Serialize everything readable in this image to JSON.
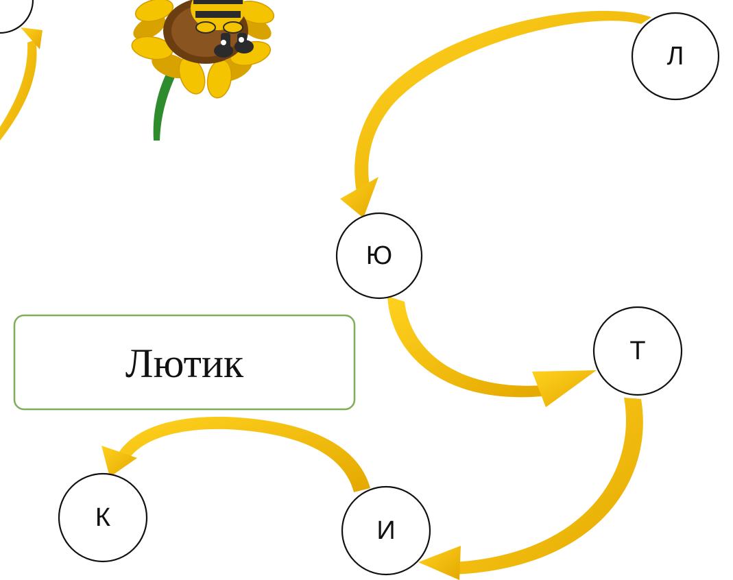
{
  "word": "Лютик",
  "letters": {
    "l": "Л",
    "yu": "Ю",
    "t": "Т",
    "i": "И",
    "k": "К"
  },
  "colors": {
    "arrow": "#ffc000",
    "arrow_shade": "#c99700",
    "box_border": "#7fae5a",
    "node_border": "#111111",
    "stem": "#2e8b2e",
    "petal": "#f5c400",
    "petal_dark": "#d39b00",
    "bee_body": "#f3c200",
    "bee_stripe": "#2b2b2b"
  },
  "icons": [
    "bee-icon",
    "sunflower-icon"
  ]
}
